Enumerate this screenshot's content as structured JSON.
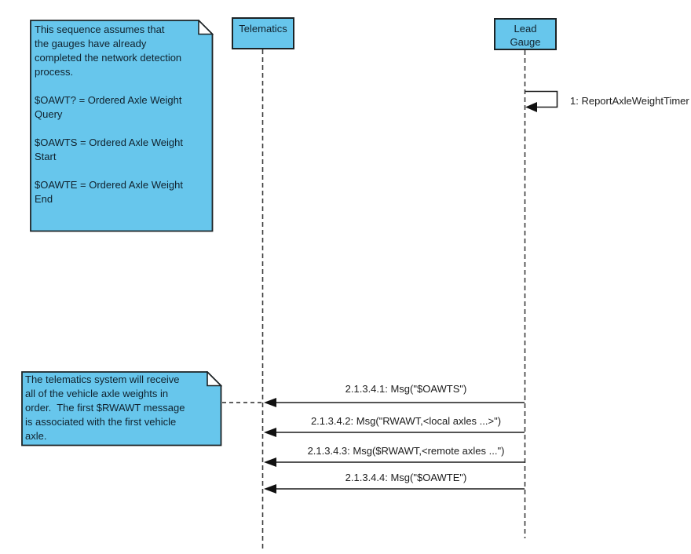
{
  "diagram_type": "uml-sequence-diagram",
  "colors": {
    "note_fill": "#67C6EC",
    "actor_box_fill": "#67C6EC",
    "border": "#1C2326",
    "text": "#10222E",
    "line": "#1C1C1C",
    "background": "#FFFFFF"
  },
  "notes": [
    {
      "lines": [
        "This sequence assumes that",
        "the gauges have already",
        "completed the network detection",
        "process.",
        "",
        "$OAWT? = Ordered Axle Weight",
        "Query",
        "",
        "$OAWTS = Ordered Axle Weight",
        "Start",
        "",
        "$OAWTE = Ordered Axle Weight",
        "End"
      ]
    },
    {
      "lines": [
        "The telematics system will receive",
        "all of the vehicle axle weights in",
        "order.  The first $RWAWT message",
        "is associated with the first vehicle",
        "axle."
      ]
    }
  ],
  "lifelines": [
    {
      "label": "Telematics"
    },
    {
      "label_line1": "Lead",
      "label_line2": "Gauge"
    }
  ],
  "self_message": {
    "label": "1: ReportAxleWeightTimer"
  },
  "messages": [
    {
      "from": "Lead Gauge",
      "to": "Telematics",
      "label": "2.1.3.4.1: Msg(\"$OAWTS\")"
    },
    {
      "from": "Lead Gauge",
      "to": "Telematics",
      "label": "2.1.3.4.2: Msg(\"RWAWT,<local axles ...>\")"
    },
    {
      "from": "Lead Gauge",
      "to": "Telematics",
      "label": "2.1.3.4.3: Msg($RWAWT,<remote axles ...\")"
    },
    {
      "from": "Lead Gauge",
      "to": "Telematics",
      "label": "2.1.3.4.4: Msg(\"$OAWTE\")"
    }
  ]
}
